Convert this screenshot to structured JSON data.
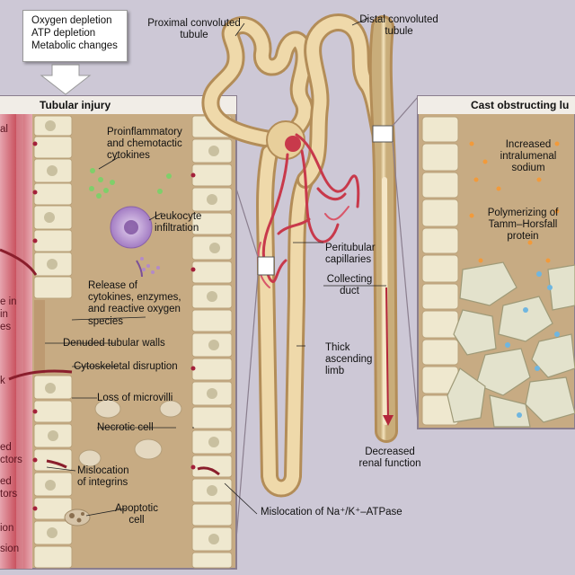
{
  "triggers": [
    "Oxygen depletion",
    "ATP depletion",
    "Metabolic changes"
  ],
  "panels": {
    "tubular_injury": {
      "title": "Tubular injury",
      "labels": {
        "cytokines": [
          "Proinflammatory",
          "and chemotactic",
          "cytokines"
        ],
        "leukocyte": [
          "Leukocyte",
          "infiltration"
        ],
        "release": [
          "Release of",
          "cytokines, enzymes,",
          "and reactive oxygen",
          "species"
        ],
        "denuded": "Denuded tubular walls",
        "cytoskeletal": "Cytoskeletal disruption",
        "microvilli": "Loss of microvilli",
        "necrotic": "Necrotic cell",
        "integrins": [
          "Mislocation",
          "of integrins"
        ],
        "apoptotic": [
          "Apoptotic",
          "cell"
        ]
      },
      "edge_fragments": [
        "al",
        "e in",
        "in",
        "es",
        "k",
        "ed",
        "ctors",
        "ed",
        "tors",
        "ion",
        "sion"
      ]
    },
    "cast": {
      "title": "Cast obstructing lu",
      "labels": {
        "sodium": [
          "Increased",
          "intralumenal",
          "sodium"
        ],
        "tamm": [
          "Polymerizing of",
          "Tamm–Horsfall",
          "protein"
        ]
      }
    }
  },
  "nephron": {
    "proximal": [
      "Proximal convoluted",
      "tubule"
    ],
    "distal": [
      "Distal convoluted",
      "tubule"
    ],
    "peritubular": [
      "Peritubular",
      "capillaries"
    ],
    "collecting": [
      "Collecting",
      "duct"
    ],
    "thick": [
      "Thick",
      "ascending",
      "limb"
    ],
    "decreased": [
      "Decreased",
      "renal function"
    ],
    "atpase": "Mislocation of Na⁺/K⁺–ATPase"
  },
  "colors": {
    "tissue_bg": "#cdc8d6",
    "lumen": "#c8ad86",
    "cell": "#efe8cf",
    "nucleus": "#c9c0a0",
    "vessel": "#b3273a",
    "tubule": "#ecd7a7",
    "cytokine_dot": "#7fcf6a",
    "sodium_dot": "#f29a3a",
    "protein_dot": "#6fb6e0"
  }
}
